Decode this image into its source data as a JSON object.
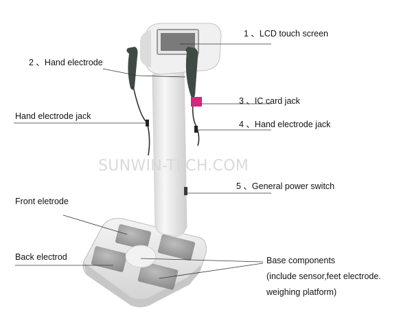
{
  "labels": {
    "lcd": "1 、LCD touch screen",
    "hand_electrode": "2 、Hand electrode",
    "ic_card": "3 、IC card jack",
    "hand_jack_left": "Hand electrode jack",
    "hand_jack_right": "4 、Hand electrode jack",
    "power": "5 、General power switch",
    "front": "Front eletrode",
    "back": "Back electrod",
    "base_1": "Base components",
    "base_2": "(include sensor,feet electrode.",
    "base_3": "weighing platform)"
  },
  "watermark": "SUNWIN-TECH.COM",
  "colors": {
    "body": "#eeeeee",
    "body_shadow": "#c9c9c9",
    "plate": "#9e9e9e",
    "screen": "#6e6e6e",
    "electrode": "#3f4a44",
    "ic_card": "#d4287a",
    "leader_line": "#333333"
  }
}
